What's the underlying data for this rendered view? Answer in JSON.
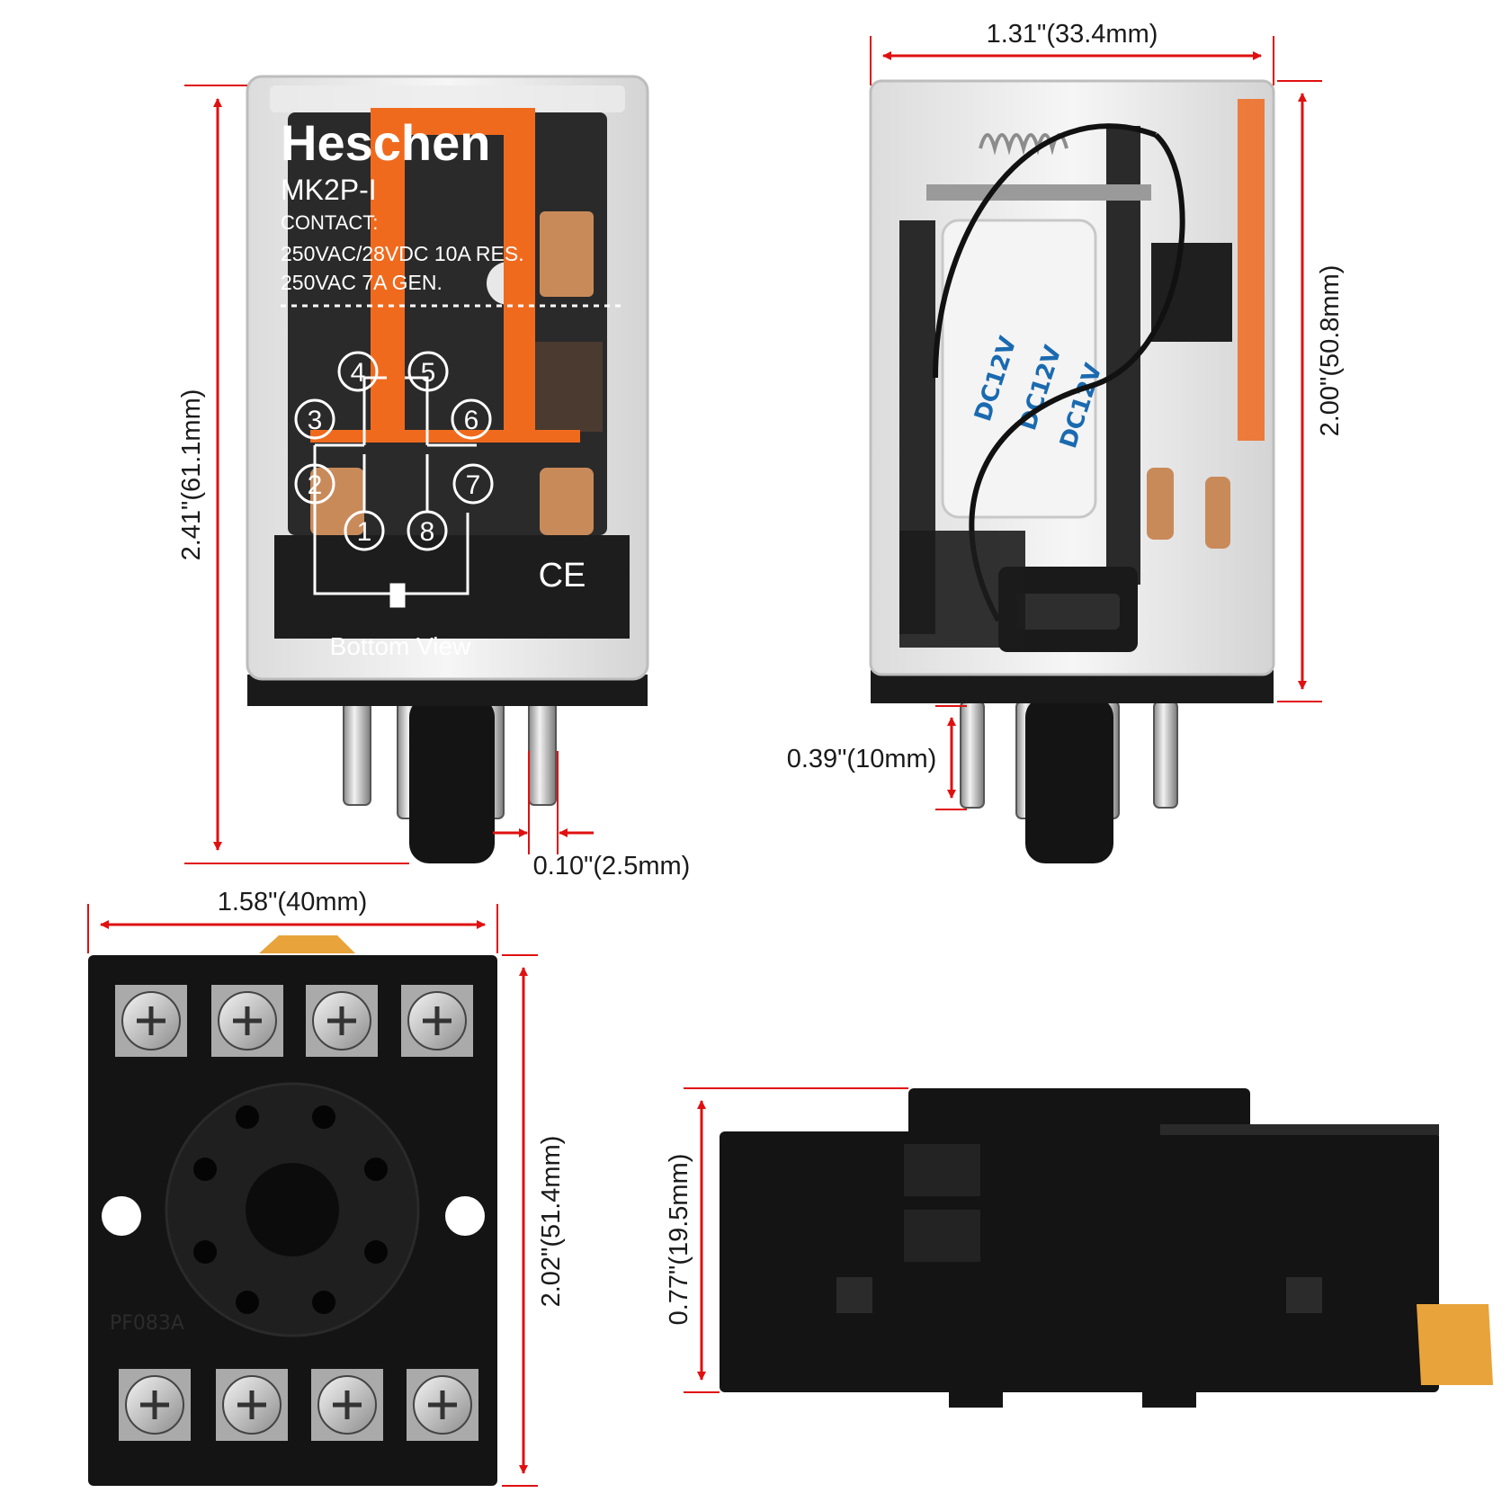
{
  "colors": {
    "dimension": "#e01010",
    "accent_orange": "#f06a1e",
    "plastic_black": "#141414",
    "copper": "#c98a5a",
    "base_tab": "#e8a33a"
  },
  "relay_front": {
    "brand": "Heschen",
    "model": "MK2P-I",
    "contact_label": "CONTACT:",
    "rating_1": "250VAC/28VDC 10A RES.",
    "rating_2": "250VAC 7A GEN.",
    "pins": [
      "4",
      "5",
      "3",
      "6",
      "2",
      "7",
      "1",
      "8"
    ],
    "ce_mark": "CE",
    "bottom_view": "Bottom  View",
    "dim_height": "2.41\"(61.1mm)",
    "dim_pin_width": "0.10\"(2.5mm)"
  },
  "relay_side": {
    "coil_label": "DC12V",
    "dim_width": "1.31\"(33.4mm)",
    "dim_height": "2.00\"(50.8mm)",
    "dim_pin_length": "0.39\"(10mm)"
  },
  "socket_top": {
    "model": "PF083A",
    "dim_width": "1.58\"(40mm)",
    "dim_height": "2.02\"(51.4mm)"
  },
  "socket_side": {
    "dim_height": "0.77\"(19.5mm)"
  }
}
